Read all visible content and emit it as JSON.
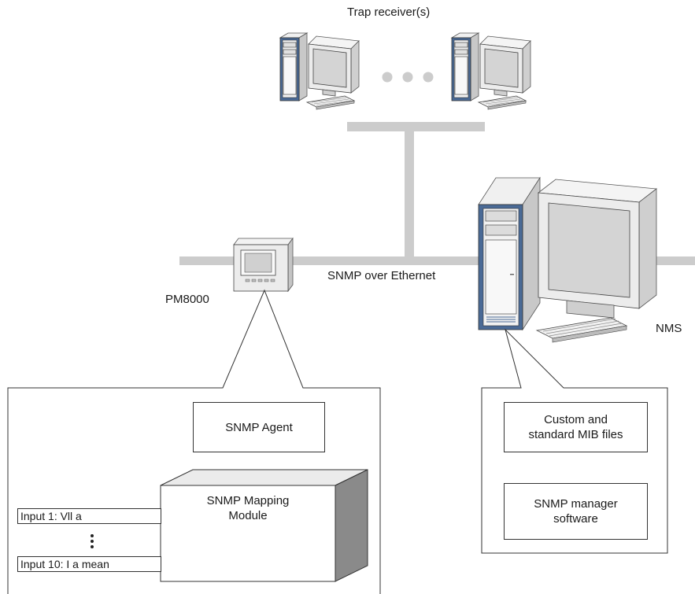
{
  "labels": {
    "trap_receivers": "Trap receiver(s)",
    "snmp_over_ethernet": "SNMP over Ethernet",
    "pm8000": "PM8000",
    "nms": "NMS"
  },
  "meter_panel": {
    "snmp_agent": "SNMP Agent",
    "mapping_module_line1": "SNMP Mapping",
    "mapping_module_line2": "Module",
    "input_first": "Input 1: Vll a",
    "input_last": "Input 10: I a mean"
  },
  "nms_panel": {
    "mib_files_line1": "Custom and",
    "mib_files_line2": "standard MIB files",
    "manager_line1": "SNMP manager",
    "manager_line2": "software"
  },
  "colors": {
    "network_line": "#cccccc",
    "tower_trim": "#4a6a96",
    "monitor_frame": "#e6e6e6"
  },
  "icons": [
    "computer-icon",
    "power-meter-icon",
    "ellipsis-dots-icon"
  ]
}
